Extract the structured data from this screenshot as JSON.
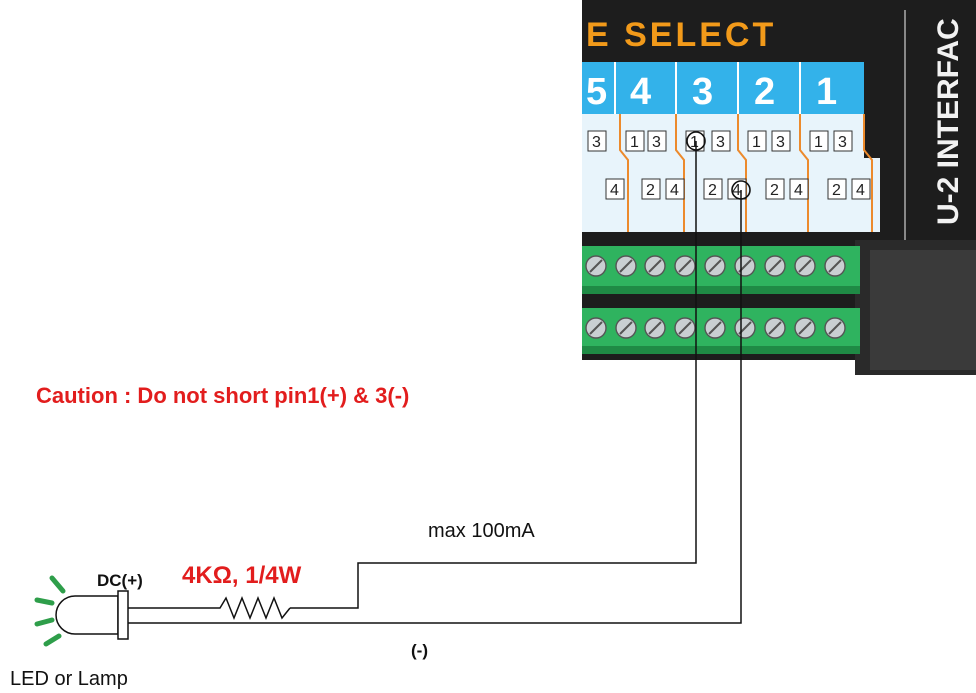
{
  "device": {
    "header_text": "E SELECT",
    "side_label": "U-2 INTERFAC",
    "channel_numbers": [
      "5",
      "4",
      "3",
      "2",
      "1"
    ],
    "pin_row_top": [
      "3",
      "1",
      "3",
      "1",
      "3",
      "1",
      "3",
      "1",
      "3"
    ],
    "pin_row_bottom": [
      "4",
      "2",
      "4",
      "2",
      "4",
      "2",
      "4",
      "2",
      "4"
    ],
    "colors": {
      "panel": "#1d1d1d",
      "header_text": "#f29a1a",
      "channel_blue": "#33b2ea",
      "terminal_green": "#2fb35f",
      "caution_red": "#e21d1d",
      "led_green": "#2e9e4a"
    }
  },
  "annotations": {
    "caution": "Caution : Do not short pin1(+) & 3(-)",
    "max_current": "max 100mA",
    "dc_plus": "DC(+)",
    "resistor": "4KΩ, 1/4W",
    "negative": "(-)",
    "led_label": "LED or Lamp"
  }
}
